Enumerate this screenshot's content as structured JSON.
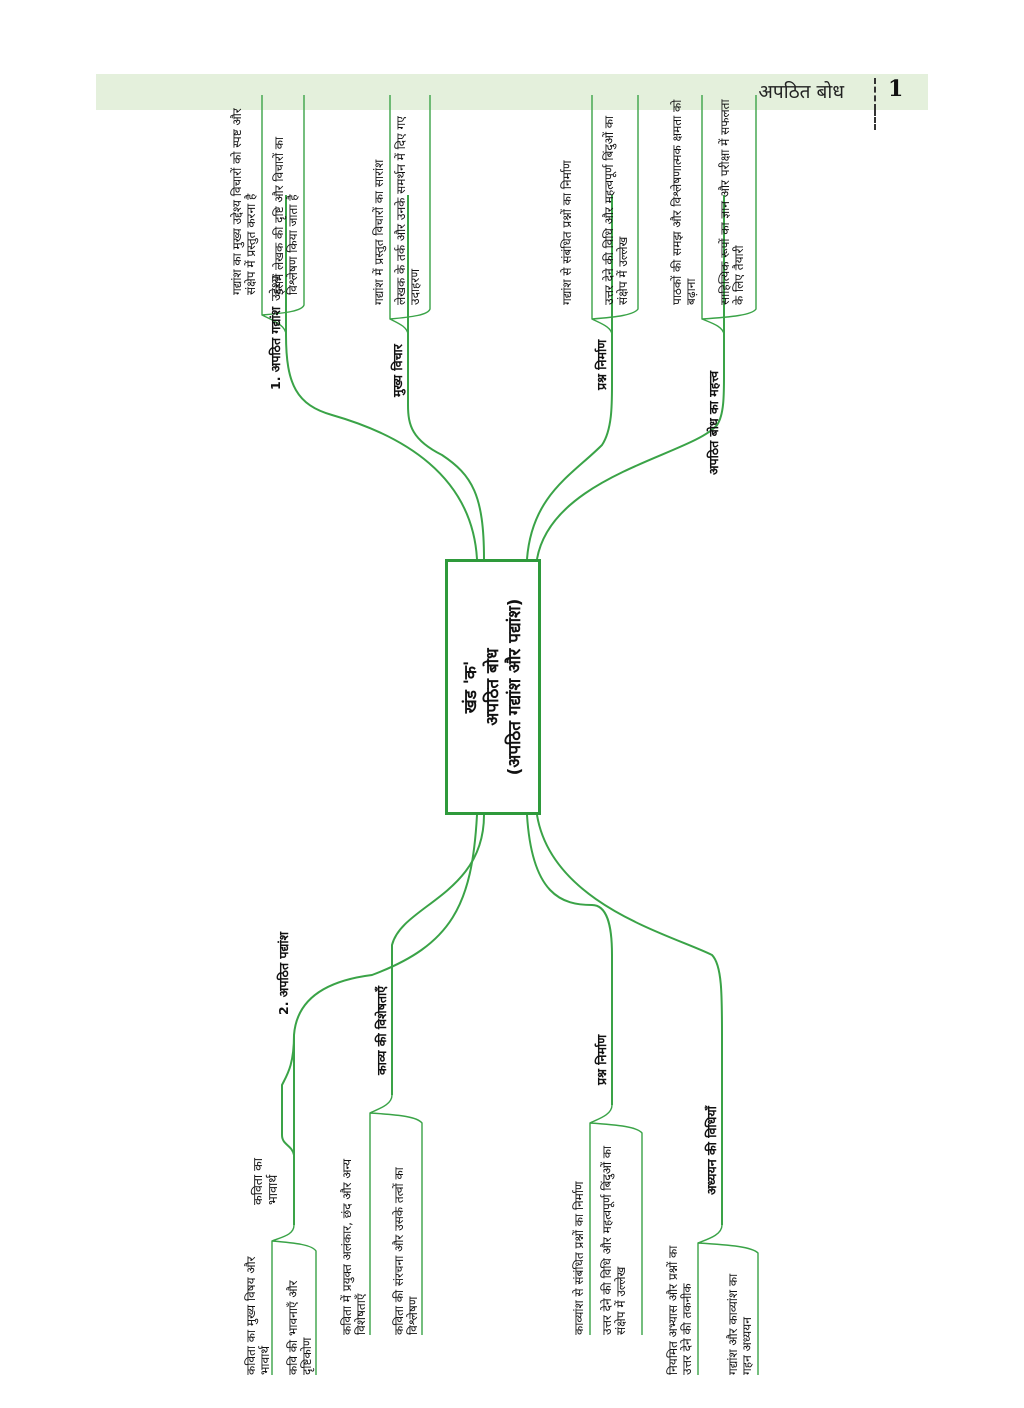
{
  "header": {
    "title": "अपठित बोध",
    "page_number": "1"
  },
  "center": {
    "line1": "खंड 'क'",
    "line2": "अपठित बोध",
    "line3": "(अपठित गद्यांश और पद्यांश)"
  },
  "branches": {
    "prose": {
      "label": "1. अपठित गद्यांश",
      "uddeshya": {
        "label": "उद्देश्य",
        "leaf1": "गद्यांश का मुख्य उद्देश्य विचारों को स्पष्ट और संक्षेप में प्रस्तुत करना है",
        "leaf2": "इसमें लेखक की दृष्टि और विचारों का विश्लेषण किया जाता है"
      },
      "mukhya": {
        "label": "मुख्य विचार",
        "leaf1": "गद्यांश में प्रस्तुत विचारों का सारांश",
        "leaf2": "लेखक के तर्क और उनके समर्थन में दिए गए उदाहरण"
      },
      "prashna": {
        "label": "प्रश्न निर्माण",
        "leaf1": "गद्यांश से संबंधित प्रश्नों का निर्माण",
        "leaf2": "उत्तर देने की विधि और महत्वपूर्ण बिंदुओं का संक्षेप में उल्लेख"
      },
      "mahatva": {
        "label": "अपठित बोध का महत्त्व",
        "leaf1": "पाठकों की समझ और विश्लेषणात्मक क्षमता को बढ़ाना",
        "leaf2": "साहित्यिक रूपों का ज्ञान और परीक्षा में सफलता के लिए तैयारी"
      }
    },
    "poetry": {
      "label": "2. अपठित पद्यांश",
      "bhavarth": {
        "label": "कविता का भावार्थ",
        "leaf1": "कविता का मुख्य विषय और भावार्थ",
        "leaf2": "कवि की भावनाएँ और दृष्टिकोण"
      },
      "kavya": {
        "label": "काव्य की विशेषताएँ",
        "leaf1": "कविता में प्रयुक्त अलंकार, छंद और अन्य विशेषताएँ",
        "leaf2": "कविता की संरचना और उसके तत्वों का विश्लेषण"
      },
      "prashna": {
        "label": "प्रश्न निर्माण",
        "leaf1": "काव्यांश से संबंधित प्रश्नों का निर्माण",
        "leaf2": "उत्तर देने की विधि और महत्वपूर्ण बिंदुओं का संक्षेप में उल्लेख"
      },
      "adhyayan": {
        "label": "अध्ययन की विधियाँ",
        "leaf1": "नियमित अभ्यास और प्रश्नों का उत्तर देने की तकनीक",
        "leaf2": "गद्यांश और काव्यांश का गहन अध्ययन"
      }
    }
  },
  "colors": {
    "line": "#3aa347",
    "box_border": "#2e9a3b",
    "header_bg": "#e4f0dc"
  }
}
